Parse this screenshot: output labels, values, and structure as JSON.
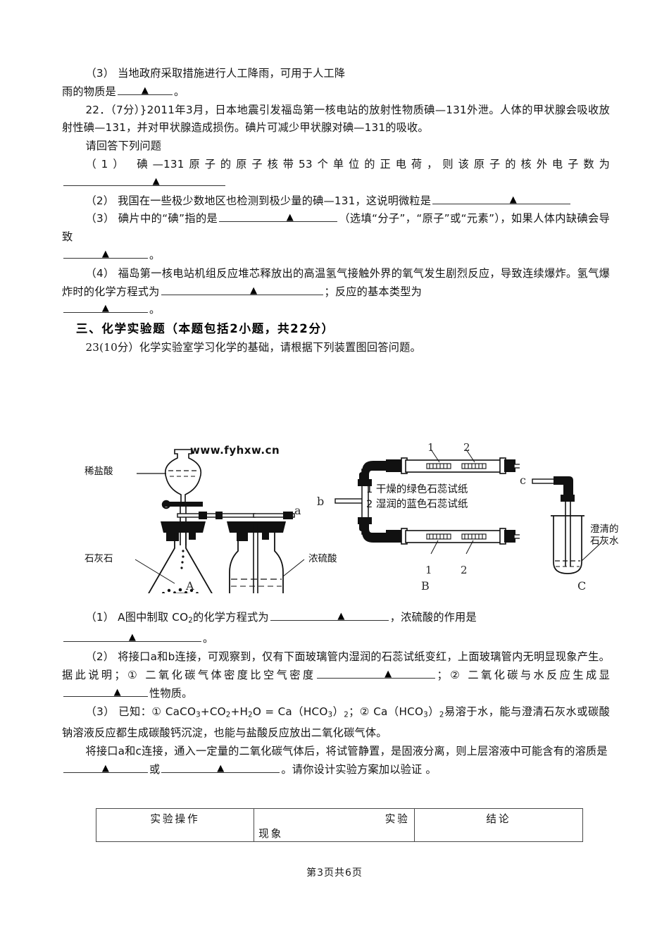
{
  "watermark": "www.fyhxw.cn",
  "questions": {
    "q21_3_a": "（3） 当地政府采取措施进行人工降雨，可用于人工降",
    "q21_3_b_pre": "雨的物质是",
    "q21_3_b_post": "。",
    "q22_stem": "22．（7分）}2011年3月，日本地震引发福岛第一核电站的放射性物质碘—131外泄。人体的甲状腺会吸收放射性碘—131，并对甲状腺造成损伤。碘片可减少甲状腺对碘—131的吸收。",
    "q22_prompt": "请回答下列问题",
    "q22_1_pre": "（1） 碘—131原子的原子核带53个单位的正电荷，则该原子的核外电子数为",
    "q22_2_pre": "（2） 我国在一些极少数地区也检测到极少量的碘—131，这说明微粒是",
    "q22_3_pre": "（3） 碘片中的“碘”指的是",
    "q22_3_mid": "（选填“分子”，“原子”或“元素”），如果人体内缺碘会导致",
    "q22_3_post": "。",
    "q22_4_pre": "（4） 福岛第一核电站机组反应堆芯释放出的高温氢气接触外界的氧气发生剧烈反应，导致连续爆炸。氢气爆炸时的化学方程式为",
    "q22_4_mid": "；反应的基本类型为",
    "q22_4_post": "。",
    "section_heading": "三、化学实验题（本题包括2小题，共22分）",
    "q23_stem": "23(10分）化学实验室学习化学的基础，请根据下列装置图回答问题。",
    "q23_1_pre": "（1） A图中制取 CO",
    "q23_1_sub": "2",
    "q23_1_mid": "的化学方程式为",
    "q23_1_mid2": "，浓硫酸的作用是",
    "q23_1_post": "。",
    "q23_2_pre": "（2） 将接口a和b连接，可观察到，仅有下面玻璃管内湿润的石蕊试纸变红，上面玻璃管内无明显现象产生。据此说明；① 二氧化碳气体密度比空气密度",
    "q23_2_mid": "；② 二氧化碳与水反应生成显",
    "q23_2_post": "性物质。",
    "q23_3_known_a": "（3） 已知：① CaCO",
    "q23_3_known_b": "+CO",
    "q23_3_known_c": "+H",
    "q23_3_known_d": "O = Ca（HCO",
    "q23_3_known_e": "）",
    "q23_3_known_f": "；② Ca（HCO",
    "q23_3_known_g": "）",
    "q23_3_known_h": "易溶于水，能与澄清石灰水或碳酸钠溶液反应都生成碳酸钙沉淀，也能与盐酸反应放出二氧化碳气体。",
    "q23_3_body_pre": "将接口a和c连接，通入一定量的二氧化碳气体后，将试管静置，是固液分离，则上层溶液中可能含有的溶质是",
    "q23_3_body_mid": "或",
    "q23_3_body_post": "。请你设计实验方案加以验证 。"
  },
  "figure": {
    "label_a": "A",
    "label_b": "B",
    "label_c": "C",
    "a_captions": {
      "dilute_hcl": "稀盐酸",
      "limestone": "石灰石",
      "sulfuric_acid": "浓硫酸",
      "port_a": "a"
    },
    "b_captions": {
      "port_b": "b",
      "legend1": "1 干燥的绿色石蕊试纸",
      "legend2": "2 湿润的蓝色石蕊试纸",
      "top_tag1": "1",
      "top_tag2": "2",
      "bottom_tag1": "1",
      "bottom_tag2": "2"
    },
    "c_captions": {
      "port_c": "c",
      "limewater_line1": "澄清的",
      "limewater_line2": "石灰水"
    }
  },
  "table": {
    "col1": "实验操作",
    "col2_line1": "实验",
    "col2_line2": "现象",
    "col3": "结论"
  },
  "footer": "第3页共6页"
}
